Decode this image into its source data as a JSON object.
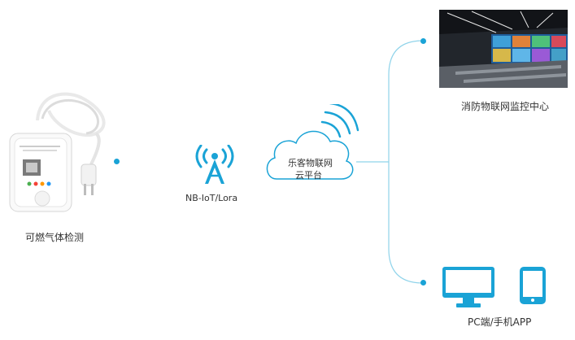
{
  "device": {
    "label": "可燃气体检测"
  },
  "tower": {
    "label": "NB-IoT/Lora"
  },
  "cloud": {
    "line1": "乐客物联网",
    "line2": "云平台"
  },
  "monitor_center": {
    "label": "消防物联网监控中心"
  },
  "terminals": {
    "label": "PC端/手机APP"
  },
  "colors": {
    "accent": "#1aa3d6",
    "line": "#8fd3ea",
    "text": "#333333"
  },
  "icons": [
    "gas-detector-icon",
    "signal-tower-icon",
    "cloud-icon",
    "control-room-icon",
    "monitor-icon",
    "smartphone-icon"
  ]
}
